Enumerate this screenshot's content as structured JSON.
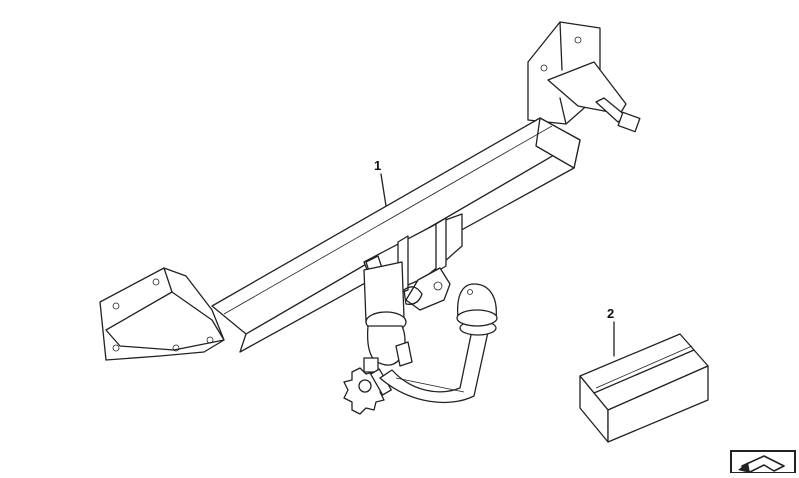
{
  "diagram": {
    "callouts": [
      {
        "id": "part-1",
        "label": "1"
      },
      {
        "id": "part-2",
        "label": "2"
      }
    ],
    "colors": {
      "line": "#222222",
      "background": "#ffffff"
    },
    "corner_icon": "fold-arrow-icon"
  }
}
